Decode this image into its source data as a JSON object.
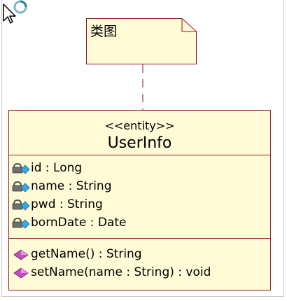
{
  "note": {
    "text": "类图"
  },
  "class": {
    "stereotype": "<<entity>>",
    "name": "UserInfo",
    "attributes": [
      "id : Long",
      "name : String",
      "pwd : String",
      "bornDate : Date"
    ],
    "operations": [
      "getName() : String",
      "setName(name : String) : void"
    ]
  },
  "colors": {
    "border": "#8b1a2e",
    "fill": "#fffbd6"
  }
}
